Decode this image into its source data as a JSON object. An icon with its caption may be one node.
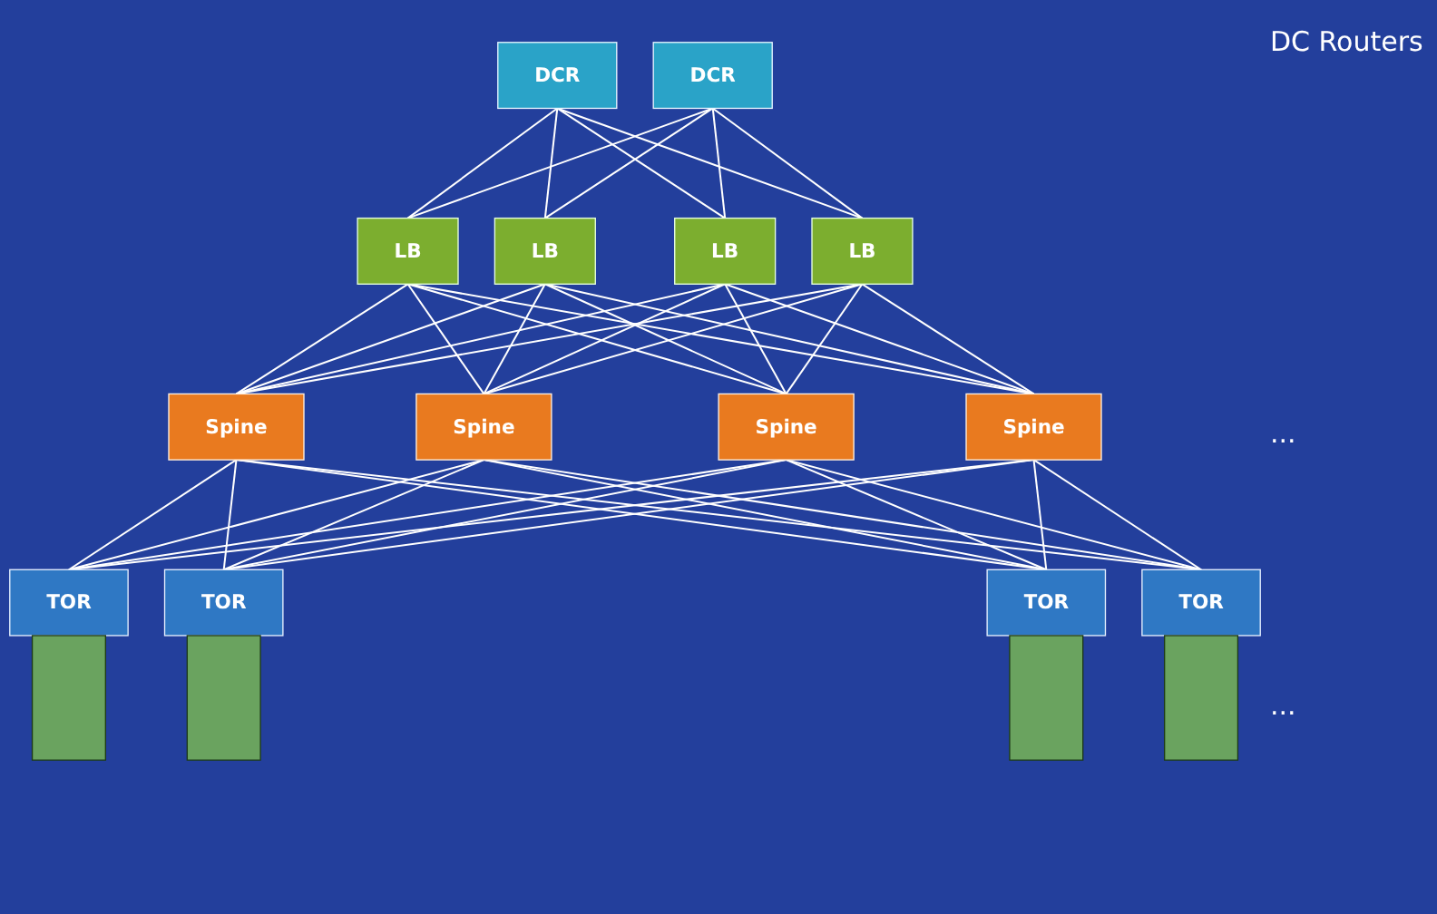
{
  "diagram": {
    "nodes": [
      {
        "text": [
          "DCR"
        ]
      },
      {
        "text": [
          "DCR"
        ]
      },
      {
        "text": [
          "LB"
        ]
      },
      {
        "text": [
          "LB"
        ]
      },
      {
        "text": [
          "LB"
        ]
      },
      {
        "text": [
          "LB"
        ]
      },
      {
        "text": [
          "Spine"
        ]
      },
      {
        "text": [
          "Spine"
        ]
      },
      {
        "text": [
          "Spine"
        ]
      },
      {
        "text": [
          "Spine"
        ]
      },
      {
        "text": [
          "TOR"
        ]
      },
      {
        "text": [
          "TOR"
        ]
      },
      {
        "text": [
          "TOR"
        ]
      },
      {
        "text": [
          "TOR"
        ]
      },
      {
        "text": [],
        "shape": "box"
      },
      {
        "text": [],
        "shape": "box"
      },
      {
        "text": [],
        "shape": "box"
      },
      {
        "text": [],
        "shape": "box"
      }
    ],
    "edges": [
      {
        "from": 0,
        "to": 2,
        "arrow": "none"
      },
      {
        "from": 0,
        "to": 3,
        "arrow": "none"
      },
      {
        "from": 0,
        "to": 4,
        "arrow": "none"
      },
      {
        "from": 0,
        "to": 5,
        "arrow": "none"
      },
      {
        "from": 1,
        "to": 2,
        "arrow": "none"
      },
      {
        "from": 1,
        "to": 3,
        "arrow": "none"
      },
      {
        "from": 1,
        "to": 4,
        "arrow": "none"
      },
      {
        "from": 1,
        "to": 5,
        "arrow": "none"
      },
      {
        "from": 2,
        "to": 6,
        "arrow": "none"
      },
      {
        "from": 2,
        "to": 7,
        "arrow": "none"
      },
      {
        "from": 2,
        "to": 8,
        "arrow": "none"
      },
      {
        "from": 2,
        "to": 9,
        "arrow": "none"
      },
      {
        "from": 3,
        "to": 6,
        "arrow": "none"
      },
      {
        "from": 3,
        "to": 7,
        "arrow": "none"
      },
      {
        "from": 3,
        "to": 8,
        "arrow": "none"
      },
      {
        "from": 3,
        "to": 9,
        "arrow": "none"
      },
      {
        "from": 4,
        "to": 6,
        "arrow": "none"
      },
      {
        "from": 4,
        "to": 7,
        "arrow": "none"
      },
      {
        "from": 4,
        "to": 8,
        "arrow": "none"
      },
      {
        "from": 4,
        "to": 9,
        "arrow": "none"
      },
      {
        "from": 5,
        "to": 6,
        "arrow": "none"
      },
      {
        "from": 5,
        "to": 7,
        "arrow": "none"
      },
      {
        "from": 5,
        "to": 8,
        "arrow": "none"
      },
      {
        "from": 5,
        "to": 9,
        "arrow": "none"
      },
      {
        "from": 6,
        "to": 10,
        "arrow": "none"
      },
      {
        "from": 6,
        "to": 11,
        "arrow": "none"
      },
      {
        "from": 6,
        "to": 12,
        "arrow": "none"
      },
      {
        "from": 6,
        "to": 13,
        "arrow": "none"
      },
      {
        "from": 7,
        "to": 10,
        "arrow": "none"
      },
      {
        "from": 7,
        "to": 11,
        "arrow": "none"
      },
      {
        "from": 7,
        "to": 12,
        "arrow": "none"
      },
      {
        "from": 7,
        "to": 13,
        "arrow": "none"
      },
      {
        "from": 8,
        "to": 10,
        "arrow": "none"
      },
      {
        "from": 8,
        "to": 11,
        "arrow": "none"
      },
      {
        "from": 8,
        "to": 12,
        "arrow": "none"
      },
      {
        "from": 8,
        "to": 13,
        "arrow": "none"
      },
      {
        "from": 9,
        "to": 10,
        "arrow": "none"
      },
      {
        "from": 9,
        "to": 11,
        "arrow": "none"
      },
      {
        "from": 9,
        "to": 12,
        "arrow": "none"
      },
      {
        "from": 9,
        "to": 13,
        "arrow": "none"
      }
    ],
    "labels": [
      "DC Routers",
      "...",
      "..."
    ]
  }
}
